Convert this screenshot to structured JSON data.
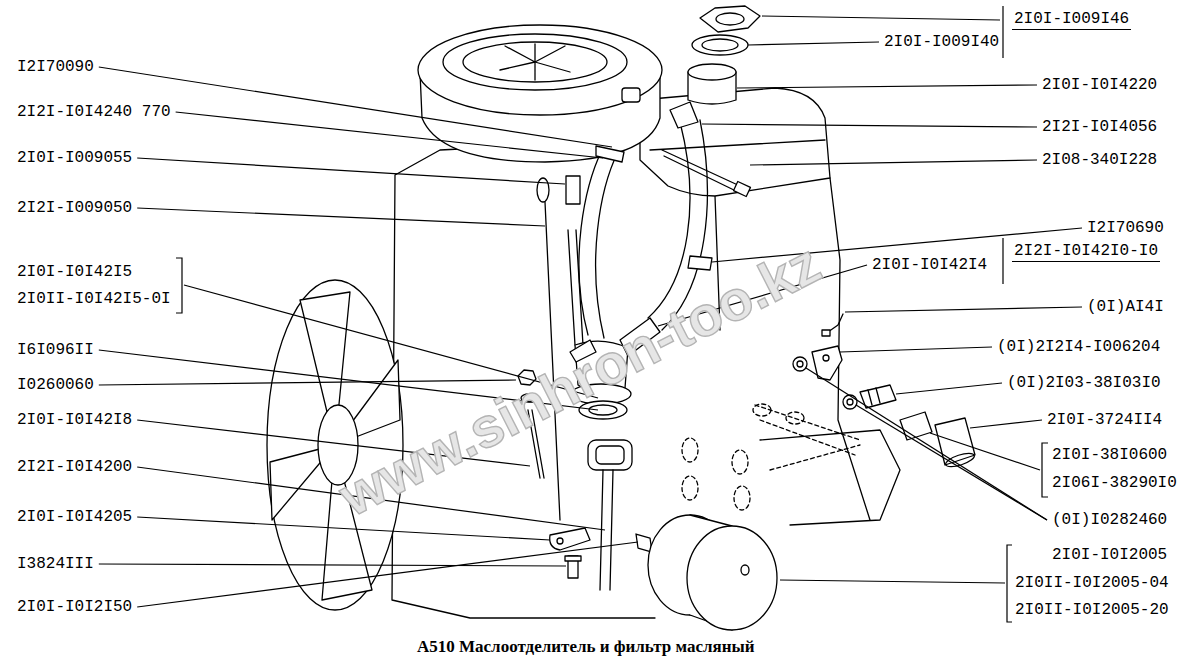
{
  "diagram": {
    "caption": "A510 Маслоотделитель и фильтр масляный",
    "labels": [
      "I2I70090",
      "2I2I-I0I4240 770",
      "2I0I-I009055",
      "2I2I-I009050",
      "2I0I-I0I42I5",
      "2I0II-I0I42I5-0I",
      "I6I096II",
      "I0260060",
      "2I0I-I0I42I8",
      "2I2I-I0I4200",
      "2I0I-I0I4205",
      "I3824III",
      "2I0I-I0I2I50",
      "2I0I-I009I46",
      "2I0I-I009I40",
      "2I0I-I0I4220",
      "2I2I-I0I4056",
      "2I08-340I228",
      "I2I70690",
      "2I2I-I0I42I0-I0",
      "2I0I-I0I42I4",
      "(0I)AI4I",
      "(0I)2I2I4-I006204",
      "(0I)2I03-38I03I0",
      "2I0I-3724II4",
      "2I0I-38I0600",
      "2I06I-38290I0",
      "(0I)I0282460",
      "2I0I-I0I2005",
      "2I0II-I0I2005-04",
      "2I0II-I0I2005-20",
      "www.sinhron-too.kz"
    ]
  }
}
